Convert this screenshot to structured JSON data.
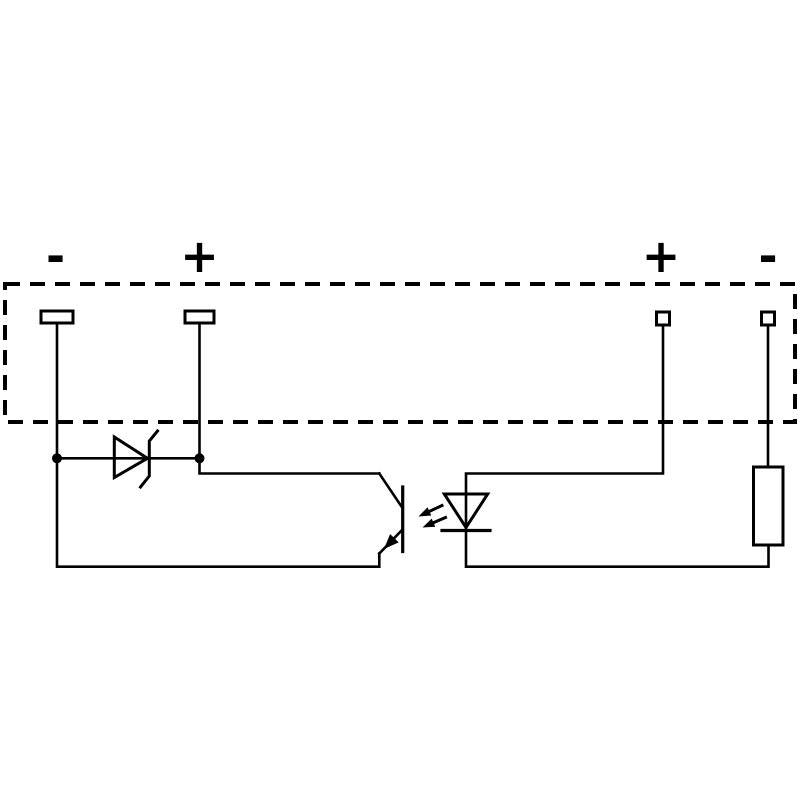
{
  "figure": {
    "kind": "wiring-schematic",
    "background_color": "#ffffff",
    "line_color": "#000000"
  },
  "terminals": [
    {
      "id": "output-minus",
      "label": "-"
    },
    {
      "id": "output-plus",
      "label": "+"
    },
    {
      "id": "input-plus",
      "label": "+"
    },
    {
      "id": "input-minus",
      "label": "-"
    }
  ],
  "components": [
    "module-boundary",
    "zener-diode",
    "phototransistor",
    "optical-coupling-arrows",
    "led",
    "resistor"
  ]
}
